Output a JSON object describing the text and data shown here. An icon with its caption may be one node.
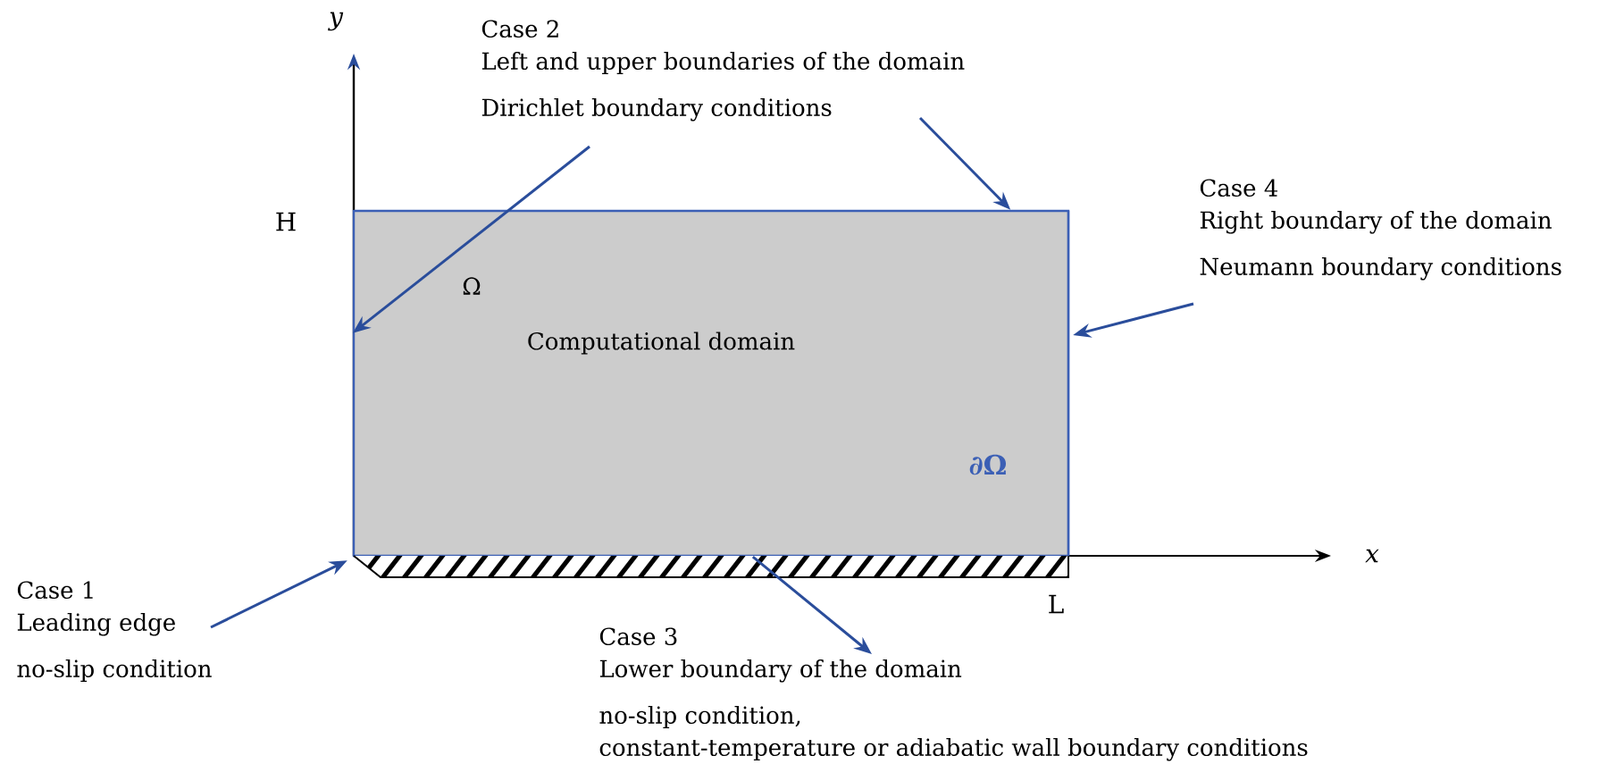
{
  "diagram": {
    "nodes": [
      {
        "text": [
          "Ω",
          "Computational domain",
          "∂Ω"
        ]
      },
      {
        "text": [
          "Case 1",
          "Leading edge",
          "no-slip condition"
        ]
      },
      {
        "text": [
          "Case 2",
          "Left and upper boundaries of the domain",
          "Dirichlet boundary conditions"
        ]
      },
      {
        "text": [
          "Case 3",
          "Lower boundary of the domain",
          "no-slip condition,",
          "constant-temperature or adiabatic wall boundary conditions"
        ]
      },
      {
        "text": [
          "Case 4",
          "Right boundary of the domain",
          "Neumann boundary conditions"
        ]
      }
    ],
    "edges": [
      {
        "from": 1,
        "to": 0,
        "arrow": "to"
      },
      {
        "from": 2,
        "to": 0,
        "arrow": "to"
      },
      {
        "from": 2,
        "to": 0,
        "arrow": "to"
      },
      {
        "from": 0,
        "to": 3,
        "arrow": "to"
      },
      {
        "from": 4,
        "to": 0,
        "arrow": "to"
      }
    ],
    "labels": [
      "y",
      "H",
      "x",
      "L"
    ]
  }
}
